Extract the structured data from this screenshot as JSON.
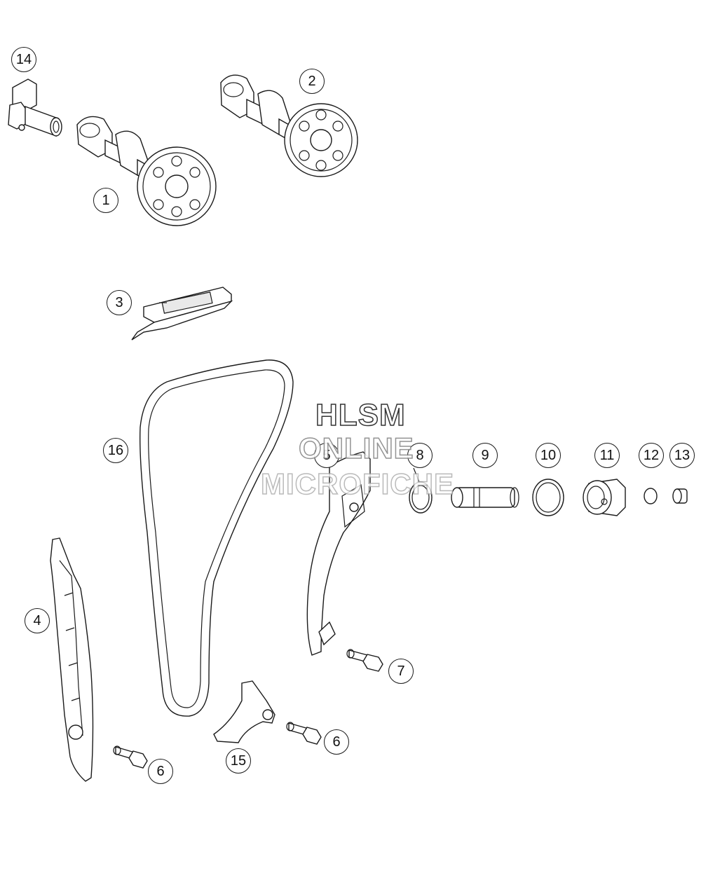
{
  "diagram": {
    "callouts": [
      {
        "id": "c14",
        "label": "14",
        "name": "callout-14"
      },
      {
        "id": "c2",
        "label": "2",
        "name": "callout-2"
      },
      {
        "id": "c1",
        "label": "1",
        "name": "callout-1"
      },
      {
        "id": "c3",
        "label": "3",
        "name": "callout-3"
      },
      {
        "id": "c16",
        "label": "16",
        "name": "callout-16"
      },
      {
        "id": "c5",
        "label": "5",
        "name": "callout-5"
      },
      {
        "id": "c8",
        "label": "8",
        "name": "callout-8"
      },
      {
        "id": "c9",
        "label": "9",
        "name": "callout-9"
      },
      {
        "id": "c10",
        "label": "10",
        "name": "callout-10"
      },
      {
        "id": "c11",
        "label": "11",
        "name": "callout-11"
      },
      {
        "id": "c12",
        "label": "12",
        "name": "callout-12"
      },
      {
        "id": "c13",
        "label": "13",
        "name": "callout-13"
      },
      {
        "id": "c4",
        "label": "4",
        "name": "callout-4"
      },
      {
        "id": "c7",
        "label": "7",
        "name": "callout-7"
      },
      {
        "id": "c6a",
        "label": "6",
        "name": "callout-6-right"
      },
      {
        "id": "c15",
        "label": "15",
        "name": "callout-15"
      },
      {
        "id": "c6b",
        "label": "6",
        "name": "callout-6-left"
      }
    ]
  },
  "watermark": {
    "line1": "HLSM",
    "line2": "ONLINE",
    "line3": "MICROFICHE"
  }
}
